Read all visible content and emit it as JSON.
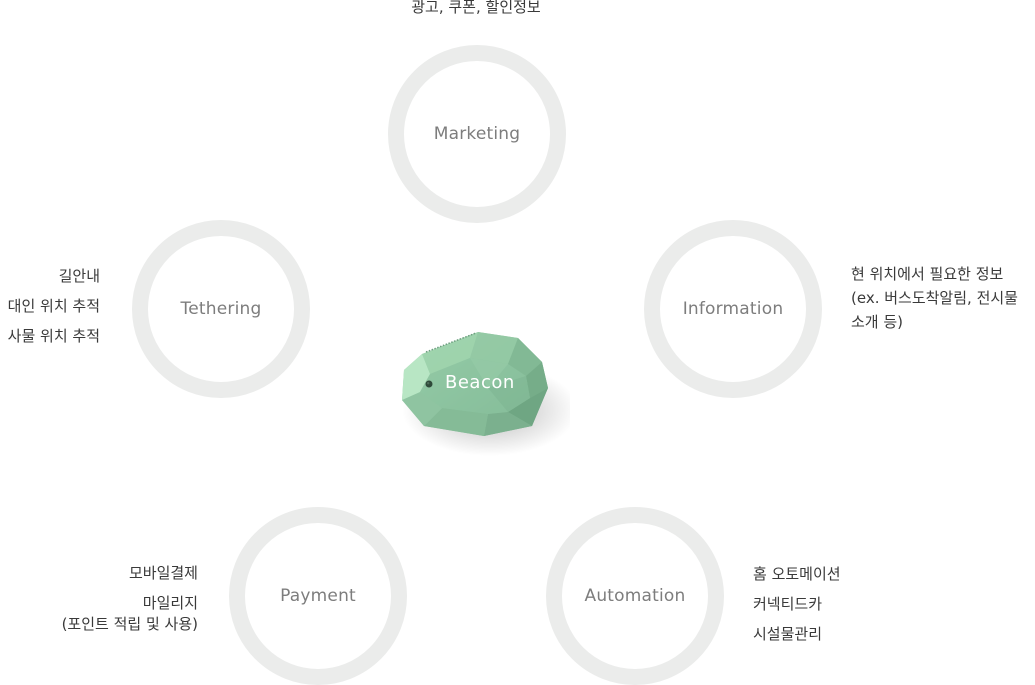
{
  "center": {
    "label": "Beacon",
    "color": "#8dc3a0"
  },
  "rings": {
    "marketing": {
      "label": "Marketing",
      "lines": [
        "광고, 쿠폰, 할인정보"
      ]
    },
    "tethering": {
      "label": "Tethering",
      "lines": [
        "길안내",
        "대인 위치 추적",
        "사물 위치 추적"
      ]
    },
    "information": {
      "label": "Information",
      "lines": [
        "현 위치에서 필요한 정보",
        "(ex. 버스도착알림, 전시물",
        "소개 등)"
      ]
    },
    "payment": {
      "label": "Payment",
      "lines": [
        "모바일결제",
        "마일리지",
        "(포인트 적립 및 사용)"
      ]
    },
    "automation": {
      "label": "Automation",
      "lines": [
        "홈 오토메이션",
        "커넥티드카",
        "시설물관리"
      ]
    }
  },
  "colors": {
    "ring": "#ebeceb",
    "ring_label": "#7d7d7d",
    "text": "#3a3a3a"
  }
}
